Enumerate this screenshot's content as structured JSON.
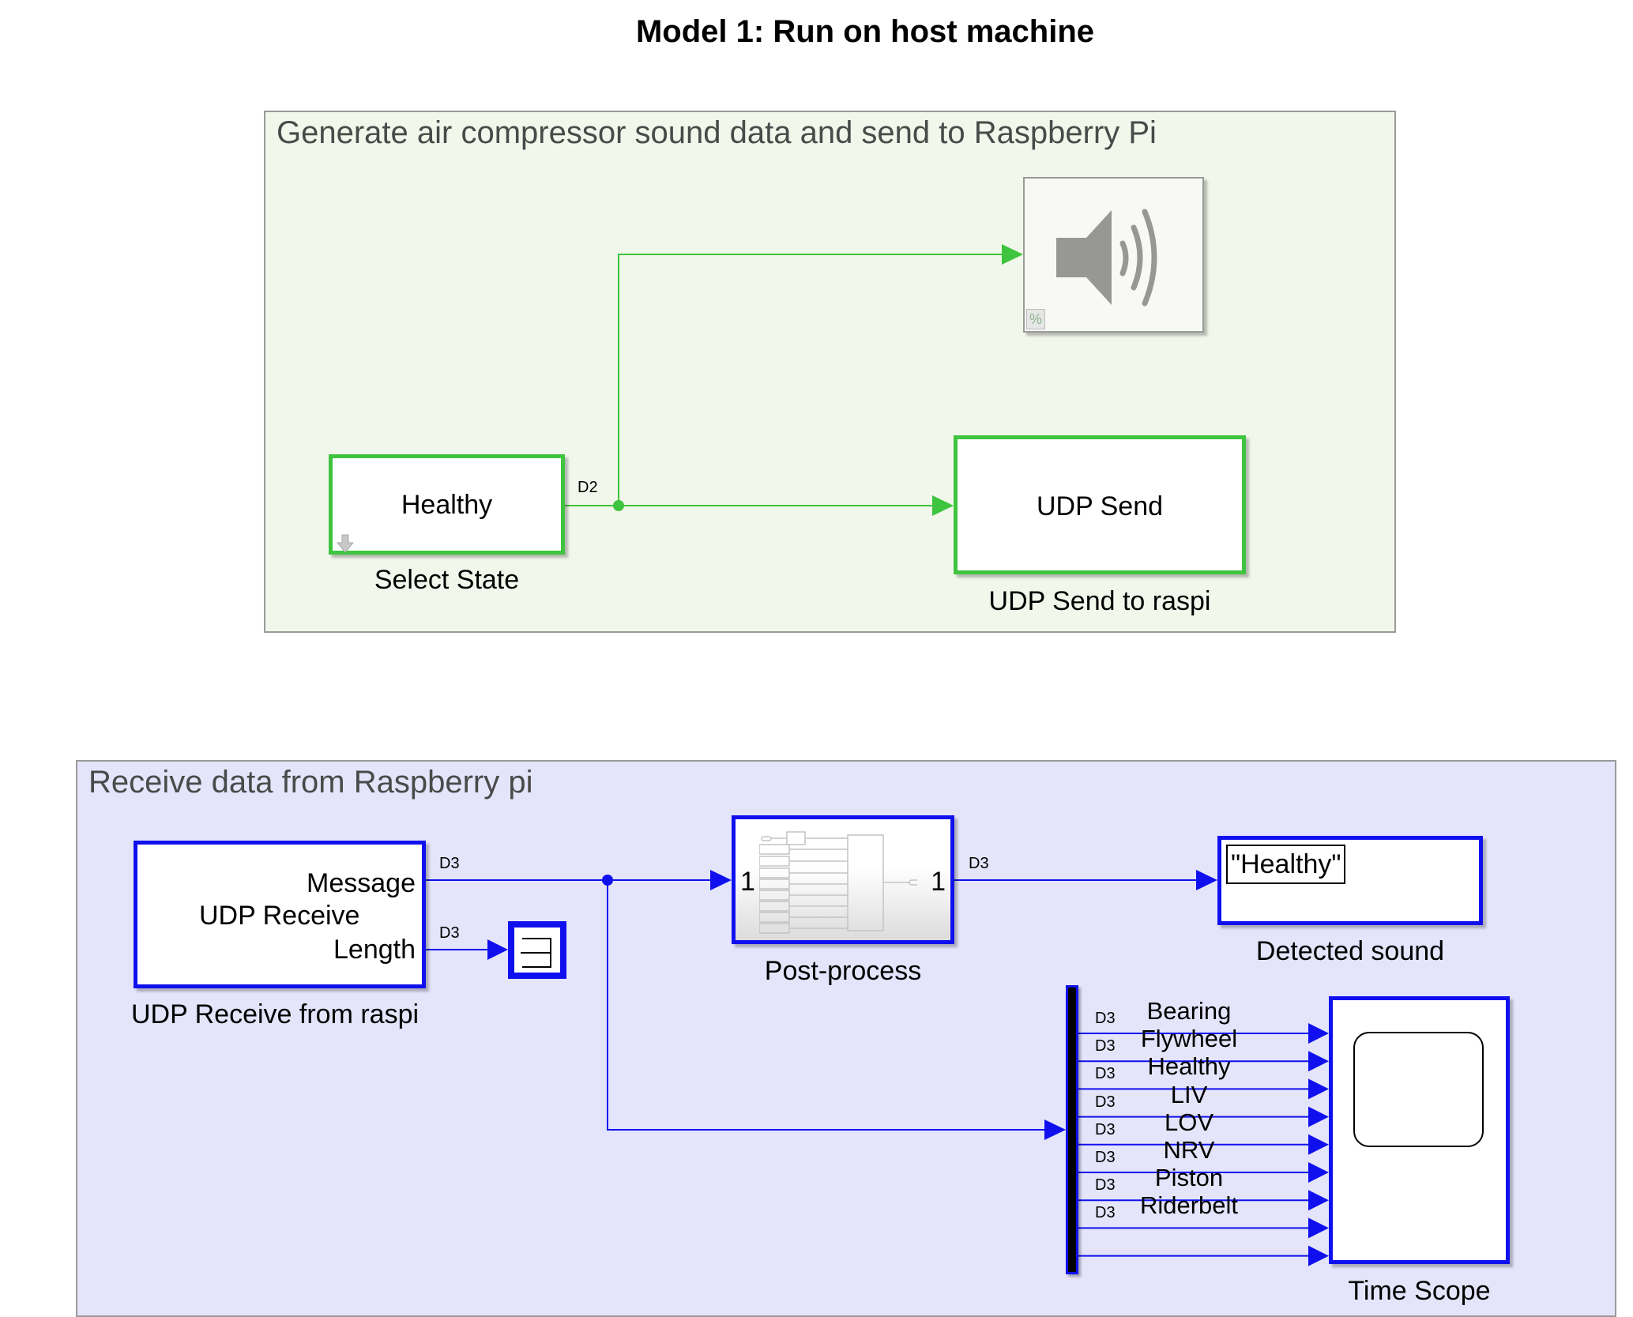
{
  "title": "Model 1: Run on host machine",
  "areas": {
    "generate": {
      "title": "Generate air compressor sound data and send to Raspberry Pi",
      "color": "#f1f7ea"
    },
    "receive": {
      "title": "Receive data from Raspberry pi",
      "color": "#e4e4fa"
    }
  },
  "blocks": {
    "select_state": {
      "text": "Healthy",
      "label": "Select State"
    },
    "audio_device": {
      "icon": "speaker-icon",
      "badge": "%"
    },
    "udp_send": {
      "text": "UDP Send",
      "label": "UDP Send to raspi"
    },
    "udp_receive": {
      "text": "UDP Receive",
      "port_message": "Message",
      "port_length": "Length",
      "label": "UDP Receive from raspi"
    },
    "terminator": {
      "icon": "terminator-icon"
    },
    "post_process": {
      "in_port": "1",
      "out_port": "1",
      "label": "Post-process"
    },
    "display": {
      "value": "\"Healthy\"",
      "label": "Detected sound"
    },
    "time_scope": {
      "label": "Time Scope"
    }
  },
  "signals": {
    "select_state_out": "D2",
    "udp_message": "D3",
    "udp_length": "D3",
    "post_process_out": "D3"
  },
  "demux_outputs": [
    {
      "rate": "D3",
      "name": "Bearing"
    },
    {
      "rate": "D3",
      "name": "Flywheel"
    },
    {
      "rate": "D3",
      "name": "Healthy"
    },
    {
      "rate": "D3",
      "name": "LIV"
    },
    {
      "rate": "D3",
      "name": "LOV"
    },
    {
      "rate": "D3",
      "name": "NRV"
    },
    {
      "rate": "D3",
      "name": "Piston"
    },
    {
      "rate": "D3",
      "name": "Riderbelt"
    }
  ],
  "colors": {
    "green_signal": "#3ec43e",
    "blue_signal": "#1010ee"
  }
}
